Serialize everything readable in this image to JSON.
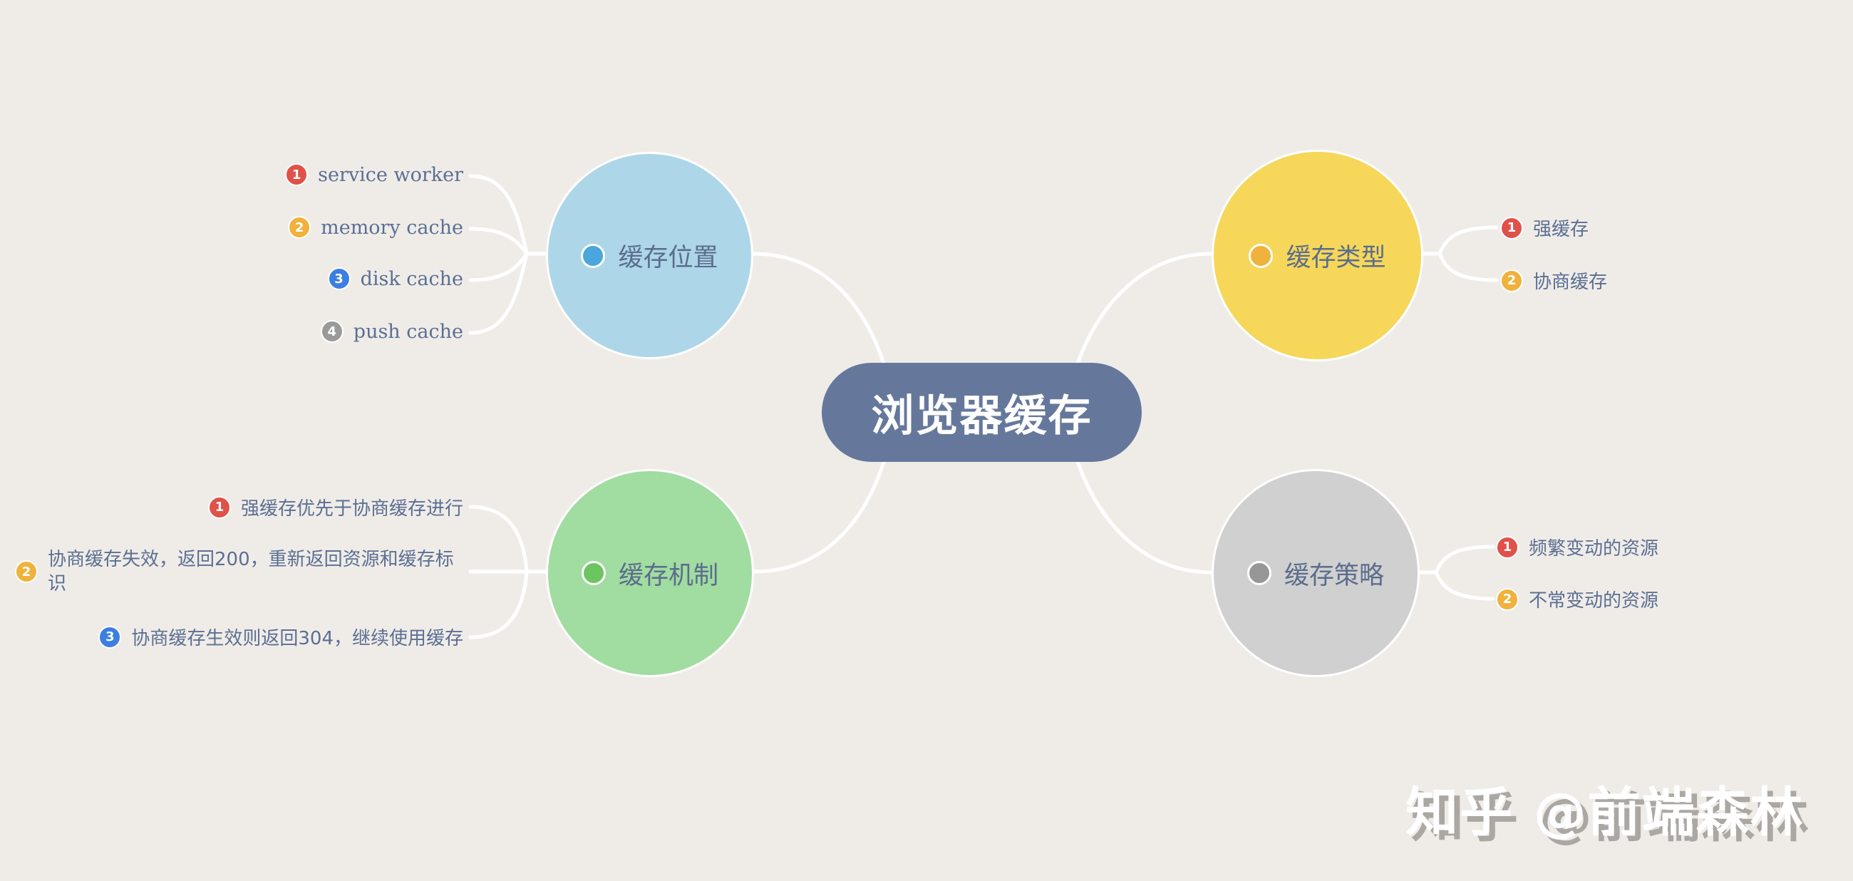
{
  "central": {
    "label": "浏览器缓存",
    "color": "#65789C"
  },
  "topics": {
    "location": {
      "label": "缓存位置",
      "fill": "#ADD6E9",
      "dot": "#4AA6DD",
      "items": [
        {
          "num": "1",
          "badge_color": "#E0514A",
          "text": "service worker"
        },
        {
          "num": "2",
          "badge_color": "#F0B23C",
          "text": "memory cache"
        },
        {
          "num": "3",
          "badge_color": "#3B7FE0",
          "text": "disk cache"
        },
        {
          "num": "4",
          "badge_color": "#9A9A9A",
          "text": "push cache"
        }
      ]
    },
    "type": {
      "label": "缓存类型",
      "fill": "#F6D75A",
      "dot": "#F0B23C",
      "items": [
        {
          "num": "1",
          "badge_color": "#E0514A",
          "text": "强缓存"
        },
        {
          "num": "2",
          "badge_color": "#F0B23C",
          "text": "协商缓存"
        }
      ]
    },
    "mechanism": {
      "label": "缓存机制",
      "fill": "#A1DCA0",
      "dot": "#6CC560",
      "items": [
        {
          "num": "1",
          "badge_color": "#E0514A",
          "text": "强缓存优先于协商缓存进行"
        },
        {
          "num": "2",
          "badge_color": "#F0B23C",
          "text": "协商缓存失效，返回200，重新返回资源和缓存标识"
        },
        {
          "num": "3",
          "badge_color": "#3B7FE0",
          "text": "协商缓存生效则返回304，继续使用缓存"
        }
      ]
    },
    "strategy": {
      "label": "缓存策略",
      "fill": "#D0D0D0",
      "dot": "#979797",
      "items": [
        {
          "num": "1",
          "badge_color": "#E0514A",
          "text": "频繁变动的资源"
        },
        {
          "num": "2",
          "badge_color": "#F0B23C",
          "text": "不常变动的资源"
        }
      ]
    }
  },
  "watermark": "知乎 @前端森林"
}
